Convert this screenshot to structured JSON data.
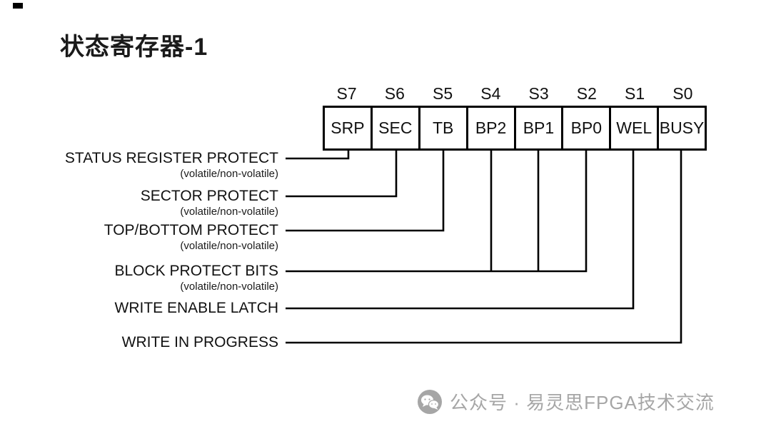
{
  "title": "状态寄存器-1",
  "register": {
    "bits": [
      {
        "pos": "S7",
        "name": "SRP"
      },
      {
        "pos": "S6",
        "name": "SEC"
      },
      {
        "pos": "S5",
        "name": "TB"
      },
      {
        "pos": "S4",
        "name": "BP2"
      },
      {
        "pos": "S3",
        "name": "BP1"
      },
      {
        "pos": "S2",
        "name": "BP0"
      },
      {
        "pos": "S1",
        "name": "WEL"
      },
      {
        "pos": "S0",
        "name": "BUSY"
      }
    ]
  },
  "annotations": [
    {
      "label": "STATUS REGISTER PROTECT",
      "sublabel": "(volatile/non-volatile)",
      "targets": [
        "S7"
      ]
    },
    {
      "label": "SECTOR PROTECT",
      "sublabel": "(volatile/non-volatile)",
      "targets": [
        "S6"
      ]
    },
    {
      "label": "TOP/BOTTOM PROTECT",
      "sublabel": "(volatile/non-volatile)",
      "targets": [
        "S5"
      ]
    },
    {
      "label": "BLOCK PROTECT BITS",
      "sublabel": "(volatile/non-volatile)",
      "targets": [
        "S4",
        "S3",
        "S2"
      ]
    },
    {
      "label": "WRITE ENABLE LATCH",
      "sublabel": "",
      "targets": [
        "S1"
      ]
    },
    {
      "label": "WRITE IN PROGRESS",
      "sublabel": "",
      "targets": [
        "S0"
      ]
    }
  ],
  "watermark": {
    "text": "公众号 · 易灵思FPGA技术交流"
  },
  "colors": {
    "line": "#000000",
    "text": "#111111",
    "watermark": "#a6a6a6",
    "background": "#ffffff"
  }
}
